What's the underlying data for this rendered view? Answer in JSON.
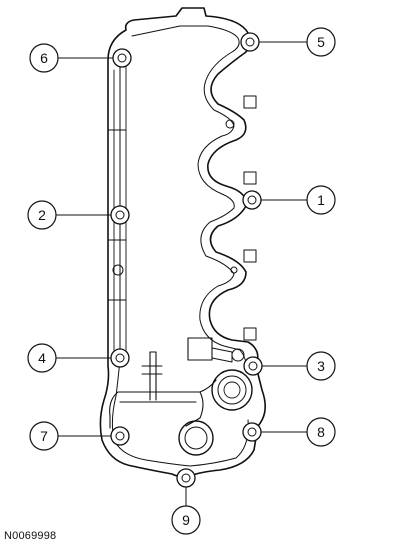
{
  "figure": {
    "id_label": "N0069998",
    "callouts": [
      {
        "label": "1"
      },
      {
        "label": "2"
      },
      {
        "label": "3"
      },
      {
        "label": "4"
      },
      {
        "label": "5"
      },
      {
        "label": "6"
      },
      {
        "label": "7"
      },
      {
        "label": "8"
      },
      {
        "label": "9"
      }
    ]
  }
}
